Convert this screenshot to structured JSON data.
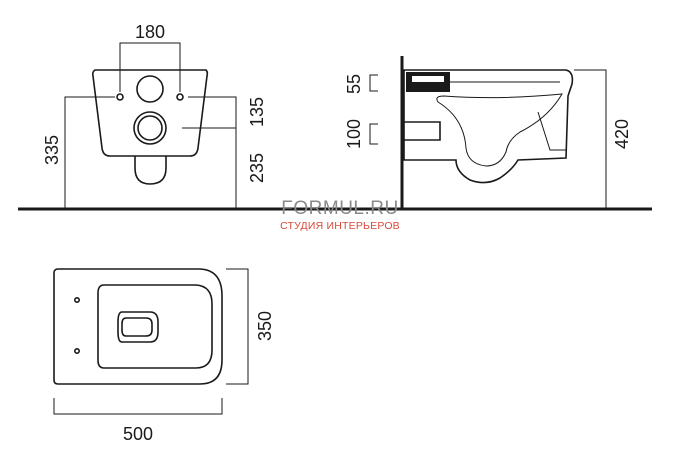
{
  "dimensions": {
    "front_bolt_spacing": "180",
    "front_bolt_height": "135",
    "front_outlet_height": "235",
    "front_total_height": "335",
    "side_inlet_height": "55",
    "side_outlet_height": "100",
    "side_total_height": "420",
    "top_depth": "350",
    "top_length": "500"
  },
  "watermark": {
    "brand": "FORMUL.RU",
    "tagline": "СТУДИЯ ИНТЕРЬЕРОВ",
    "brand_color": "#8a8a8a",
    "tagline_color": "#d94b3b"
  },
  "colors": {
    "line": "#1a1a1a",
    "background": "#ffffff"
  }
}
